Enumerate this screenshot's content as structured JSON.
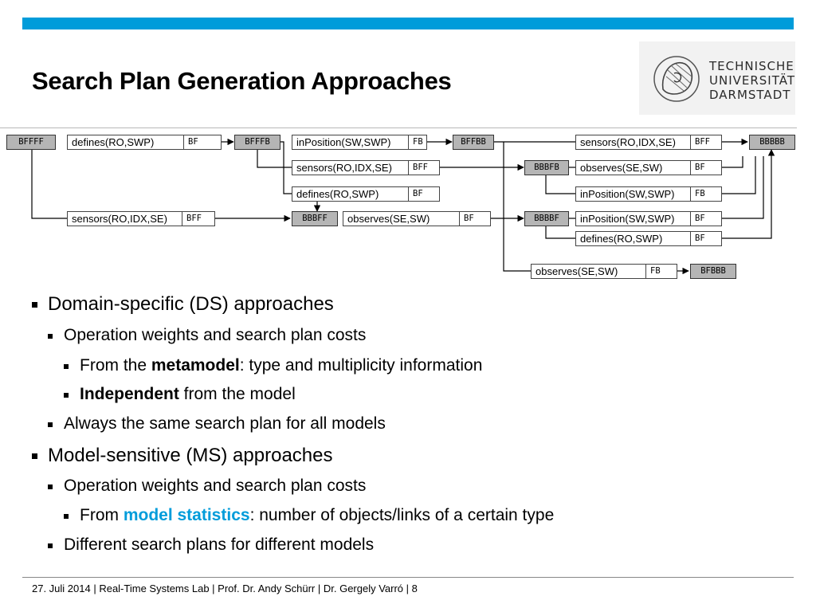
{
  "title": "Search Plan Generation Approaches",
  "logo": {
    "lines": [
      "TECHNISCHE",
      "UNIVERSITÄT",
      "DARMSTADT"
    ]
  },
  "colors": {
    "accent": "#009cda",
    "state_fill": "#b5b5b5"
  },
  "diagram": {
    "states": [
      {
        "id": "s1",
        "label": "BFFFF"
      },
      {
        "id": "s2",
        "label": "BFFFB"
      },
      {
        "id": "s3",
        "label": "BFFBB"
      },
      {
        "id": "s4",
        "label": "BBBBB"
      },
      {
        "id": "s5",
        "label": "BBBFB"
      },
      {
        "id": "s6",
        "label": "BBBFF"
      },
      {
        "id": "s7",
        "label": "BBBBF"
      },
      {
        "id": "s8",
        "label": "BFBBB"
      }
    ],
    "operations": [
      {
        "id": "o1",
        "op": "defines(RO,SWP)",
        "ad": "BF"
      },
      {
        "id": "o2",
        "op": "inPosition(SW,SWP)",
        "ad": "FB"
      },
      {
        "id": "o3",
        "op": "sensors(RO,IDX,SE)",
        "ad": "BFF"
      },
      {
        "id": "o4",
        "op": "sensors(RO,IDX,SE)",
        "ad": "BFF"
      },
      {
        "id": "o5",
        "op": "observes(SE,SW)",
        "ad": "BF"
      },
      {
        "id": "o6",
        "op": "defines(RO,SWP)",
        "ad": "BF"
      },
      {
        "id": "o7",
        "op": "inPosition(SW,SWP)",
        "ad": "FB"
      },
      {
        "id": "o8",
        "op": "sensors(RO,IDX,SE)",
        "ad": "BFF"
      },
      {
        "id": "o9",
        "op": "observes(SE,SW)",
        "ad": "BF"
      },
      {
        "id": "o10",
        "op": "inPosition(SW,SWP)",
        "ad": "BF"
      },
      {
        "id": "o11",
        "op": "defines(RO,SWP)",
        "ad": "BF"
      },
      {
        "id": "o12",
        "op": "observes(SE,SW)",
        "ad": "FB"
      }
    ]
  },
  "bullets": {
    "b1": "Domain-specific (DS) approaches",
    "b1_1": "Operation weights and search plan costs",
    "b1_1_1_pre": "From the ",
    "b1_1_1_bold": "metamodel",
    "b1_1_1_post": ": type and multiplicity information",
    "b1_1_2_bold": "Independent",
    "b1_1_2_post": " from the model",
    "b1_2": "Always the same search plan for all models",
    "b2": "Model-sensitive (MS) approaches",
    "b2_1": "Operation weights and search plan costs",
    "b2_1_1_pre": "From ",
    "b2_1_1_hl": "model statistics",
    "b2_1_1_post": ": number of objects/links of a certain type",
    "b2_2": "Different search plans for different models"
  },
  "footer": "27. Juli 2014  |  Real-Time Systems Lab  |  Prof. Dr. Andy Schürr  |  Dr. Gergely Varró  |  8"
}
